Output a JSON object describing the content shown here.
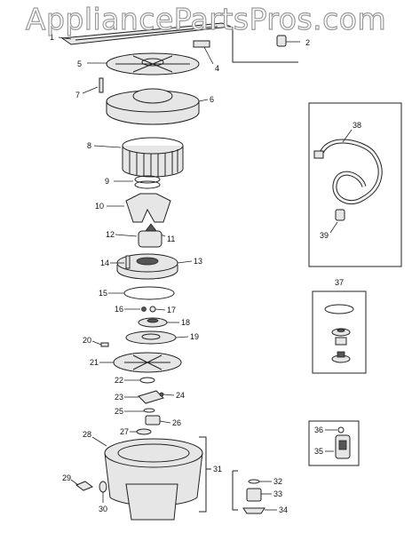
{
  "watermark": "AppliancePartsPros.com",
  "callouts": [
    "1",
    "2",
    "4",
    "5",
    "6",
    "7",
    "8",
    "9",
    "10",
    "11",
    "12",
    "13",
    "14",
    "15",
    "16",
    "17",
    "18",
    "19",
    "20",
    "21",
    "22",
    "23",
    "24",
    "25",
    "26",
    "27",
    "28",
    "29",
    "30",
    "31",
    "32",
    "33",
    "34",
    "35",
    "36",
    "37",
    "38",
    "39"
  ]
}
